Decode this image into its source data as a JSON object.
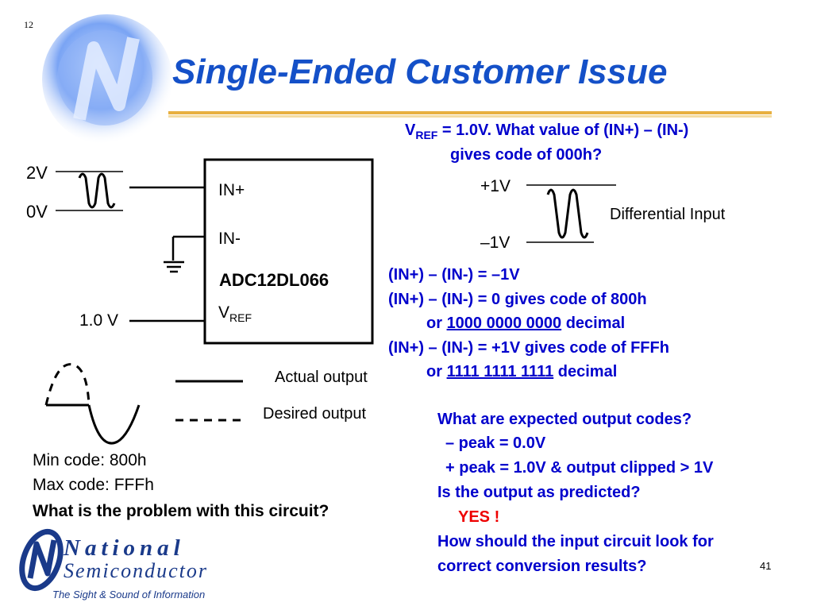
{
  "slide": {
    "top_number": "12",
    "title": "Single-Ended Customer Issue",
    "page_number": "41",
    "colors": {
      "title": "#1450c8",
      "blue_text": "#0000cc",
      "red_text": "#ee0000",
      "rule": "#e8b040"
    }
  },
  "circuit": {
    "label_2v": "2V",
    "label_0v": "0V",
    "pin_in_plus": "IN+",
    "pin_in_minus": "IN-",
    "chip_name": "ADC12DL066",
    "pin_vref_main": "V",
    "pin_vref_sub": "REF",
    "vref_value": "1.0 V"
  },
  "differential": {
    "label_plus1v": "+1V",
    "label_minus1v": "–1V",
    "label": "Differential Input"
  },
  "question": {
    "v_main": "V",
    "v_sub": "REF",
    "line1_rest": " = 1.0V. What value of (IN+) – (IN-)",
    "line2": "gives code of 000h?"
  },
  "answers": {
    "line1": "(IN+) – (IN-) =  –1V",
    "line2": "(IN+) – (IN-) = 0 gives code of 800h",
    "line3_pre": "or ",
    "line3_code": "1000  0000  0000",
    "line3_post": " decimal",
    "line4": "(IN+) – (IN-) = +1V gives code of FFFh",
    "line5_pre": "or ",
    "line5_code": "1111  1111  1111",
    "line5_post": " decimal"
  },
  "legend": {
    "actual": "Actual output",
    "desired": "Desired output"
  },
  "codes": {
    "min": "Min code: 800h",
    "max": "Max code: FFFh",
    "problem": "What is the problem with this circuit?"
  },
  "expected": {
    "q1": "What are expected output codes?",
    "neg_peak": "– peak = 0.0V",
    "pos_peak": "+ peak = 1.0V & output clipped > 1V",
    "q2": "Is the output as predicted?",
    "yes": "YES !",
    "q3a": "How should the input circuit look for",
    "q3b": "correct conversion results?"
  },
  "logo": {
    "line1": "National",
    "line2": "Semiconductor",
    "tagline": "The Sight & Sound of Information"
  }
}
